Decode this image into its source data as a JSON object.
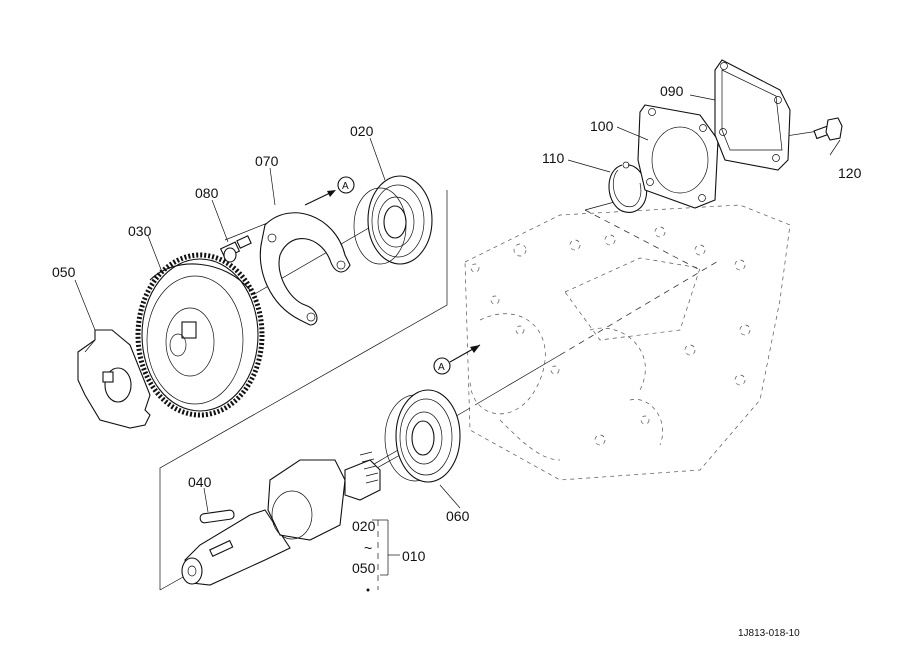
{
  "labels": {
    "p010": "010",
    "p020": "020",
    "p020b": "020",
    "p030": "030",
    "p040": "040",
    "p050": "050",
    "p050b": "050",
    "p060": "060",
    "p070": "070",
    "p080": "080",
    "p090": "090",
    "p100": "100",
    "p110": "110",
    "p120": "120",
    "tilde": "~",
    "refA1": "A",
    "refA2": "A"
  },
  "drawing_code": "1J813-018-10"
}
